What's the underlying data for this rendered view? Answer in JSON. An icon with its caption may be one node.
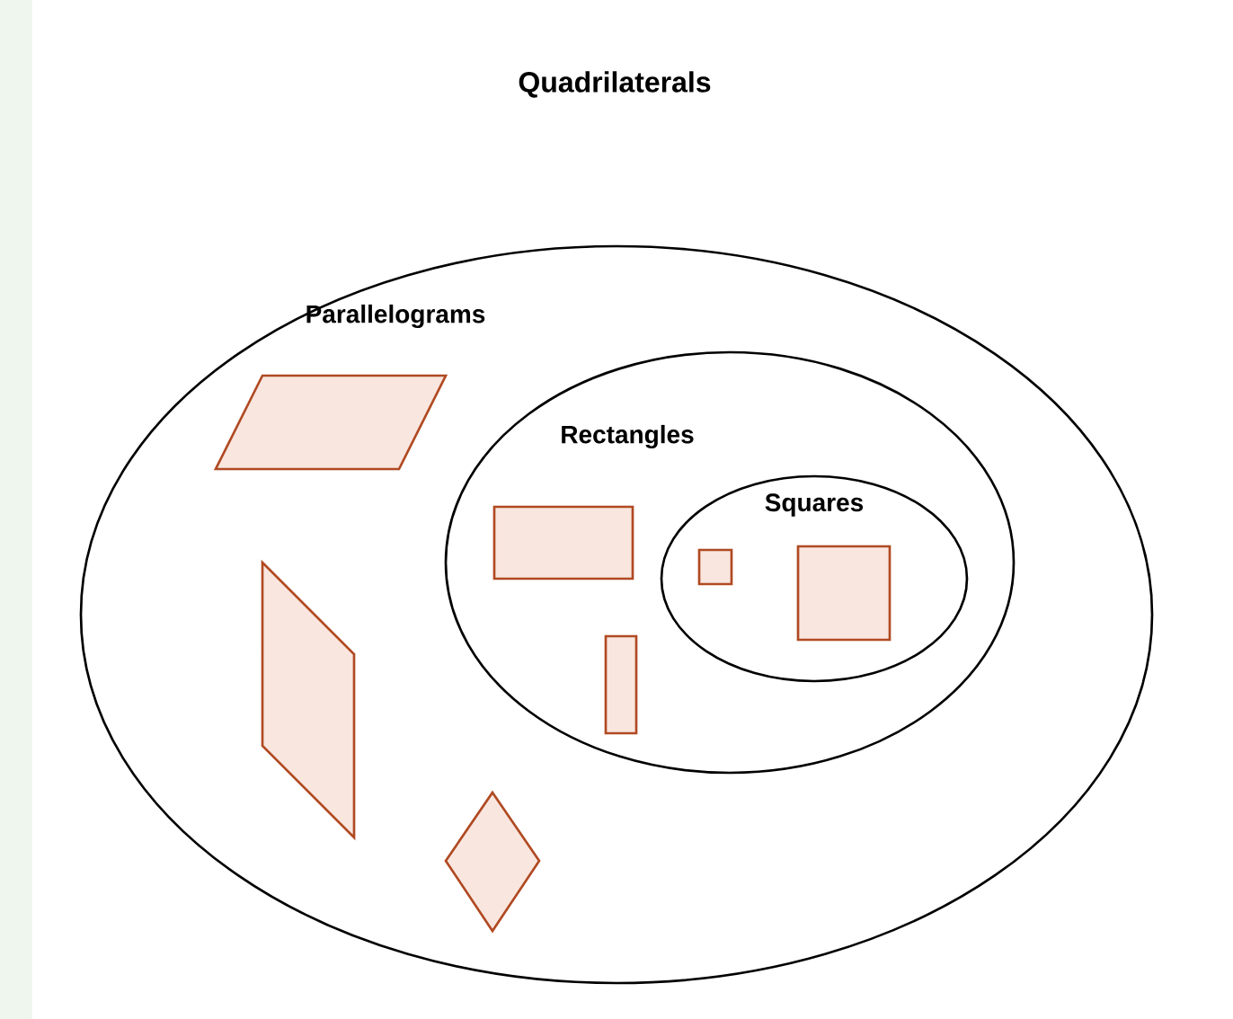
{
  "diagram": {
    "title": "Quadrilaterals",
    "nodes": [
      {
        "text": [
          "Parallelograms"
        ]
      },
      {
        "text": [
          "Rectangles"
        ],
        "in": 0
      },
      {
        "text": [
          "Squares"
        ],
        "in": 1
      },
      {
        "text": [],
        "shape": "parallelogram",
        "in": 0
      },
      {
        "text": [],
        "shape": "parallelogram",
        "in": 0
      },
      {
        "text": [],
        "shape": "diamond",
        "in": 0
      },
      {
        "text": [],
        "shape": "box",
        "in": 1
      },
      {
        "text": [],
        "shape": "box",
        "in": 1
      },
      {
        "text": [],
        "shape": "box",
        "in": 2
      },
      {
        "text": [],
        "shape": "box",
        "in": 2
      }
    ]
  }
}
